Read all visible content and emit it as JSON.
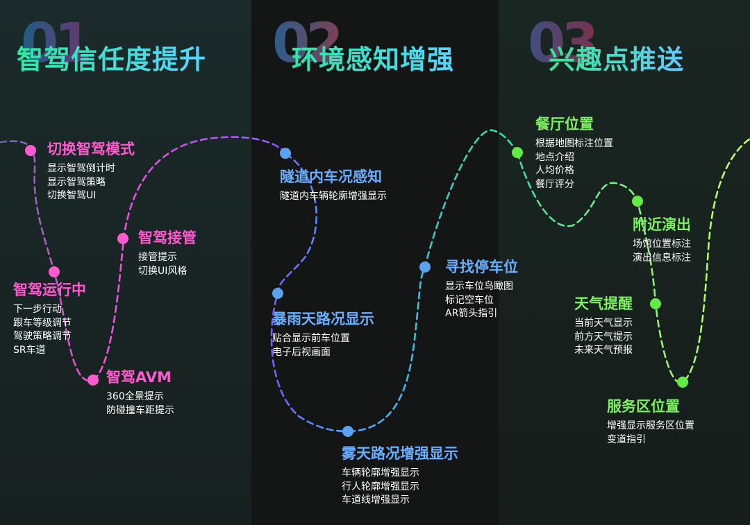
{
  "sections": [
    {
      "number": "01",
      "title": "智驾信任度提升"
    },
    {
      "number": "02",
      "title": "环境感知增强"
    },
    {
      "number": "03",
      "title": "兴趣点推送"
    }
  ],
  "nodes": {
    "switch_mode": {
      "title": "切换智驾模式",
      "items": [
        "显示智驾倒计时",
        "显示智驾策略",
        "切换智驾UI"
      ]
    },
    "takeover": {
      "title": "智驾接管",
      "items": [
        "接管提示",
        "切换UI风格"
      ]
    },
    "running": {
      "title": "智驾运行中",
      "items": [
        "下一步行动",
        "跟车等级调节",
        "驾驶策略调节",
        "SR车道"
      ]
    },
    "avm": {
      "title": "智驾AVM",
      "items": [
        "360全景提示",
        "防碰撞车距提示"
      ]
    },
    "tunnel": {
      "title": "隧道内车况感知",
      "items": [
        "隧道内车辆轮廓增强显示"
      ]
    },
    "rain": {
      "title": "暴雨天路况显示",
      "items": [
        "贴合显示前车位置",
        "电子后视画面"
      ]
    },
    "fog": {
      "title": "雾天路况增强显示",
      "items": [
        "车辆轮廓增强显示",
        "行人轮廓增强显示",
        "车道线增强显示"
      ]
    },
    "parking": {
      "title": "寻找停车位",
      "items": [
        "显示车位鸟瞰图",
        "标记空车位",
        "AR箭头指引"
      ]
    },
    "restaurant": {
      "title": "餐厅位置",
      "items": [
        "根据地图标注位置",
        "地点介绍",
        "人均价格",
        "餐厅评分"
      ]
    },
    "show": {
      "title": "附近演出",
      "items": [
        "场馆位置标注",
        "演出信息标注"
      ]
    },
    "weather": {
      "title": "天气提醒",
      "items": [
        "当前天气显示",
        "前方天气提示",
        "未来天气预报"
      ]
    },
    "service": {
      "title": "服务区位置",
      "items": [
        "增强显示服务区位置",
        "变道指引"
      ]
    }
  },
  "colors": {
    "pink": "#ff5bd0",
    "blue": "#6aaeff",
    "green": "#7cf062",
    "title_from": "#2ee6a4",
    "title_to": "#55d6ff"
  }
}
